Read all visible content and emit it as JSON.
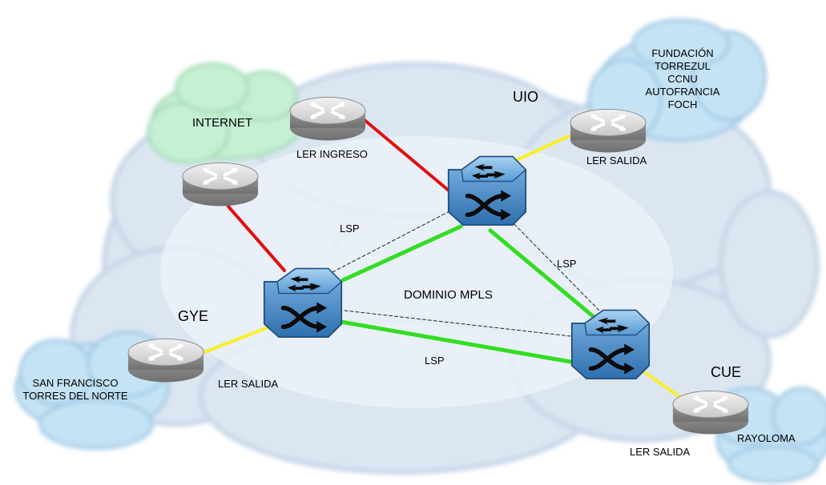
{
  "sites": {
    "uio": "UIO",
    "gye": "GYE",
    "cue": "CUE"
  },
  "clouds": {
    "internet": "INTERNET",
    "uio_clients": [
      "FUNDACIÓN",
      "TORREZUL",
      "CCNU",
      "AUTOFRANCIA",
      "FOCH"
    ],
    "gye_clients": [
      "SAN FRANCISCO",
      "TORRES DEL NORTE"
    ],
    "cue_clients": "RAYOLOMA"
  },
  "routers": {
    "ler_ingreso": "LER INGRESO",
    "ler_salida_uio": "LER SALIDA",
    "ler_salida_gye": "LER SALIDA",
    "ler_salida_cue": "LER SALIDA"
  },
  "domain": "DOMINIO MPLS",
  "lsp": {
    "top": "LSP",
    "right": "LSP",
    "bottom": "LSP"
  },
  "colors": {
    "backbone_cloud": "#dbe6f1",
    "client_cloud": "#c5e3f4",
    "internet_cloud": "#c6f0d4",
    "link_red": "#e01010",
    "link_yellow": "#f8ee2a",
    "link_green": "#33dd22",
    "lsr_blue": "#3f86c4",
    "router_gray": "#b5b5b5"
  },
  "icons": {
    "edge_router": "ler-router-icon",
    "core_router": "lsr-switch-icon",
    "cloud": "cloud-icon"
  }
}
